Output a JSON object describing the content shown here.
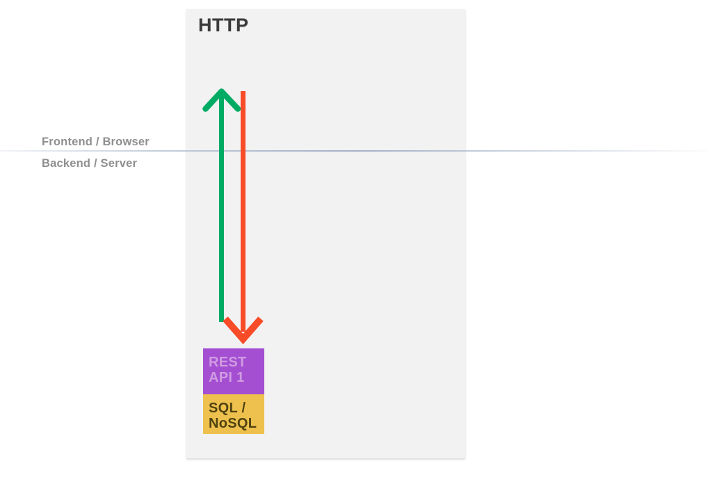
{
  "diagram": {
    "panel": {
      "title": "HTTP",
      "bg": "#f2f2f2",
      "title_color": "#3b3b3b"
    },
    "lanes": {
      "top_label": "Frontend / Browser",
      "bottom_label": "Backend / Server",
      "label_color": "#8f8f8f",
      "divider_color": "#b7c2d3"
    },
    "arrows": [
      {
        "name": "request-up-arrow",
        "direction": "up",
        "color": "#00ab63"
      },
      {
        "name": "response-down-arrow",
        "direction": "down",
        "color": "#f84b28"
      }
    ],
    "boxes": [
      {
        "name": "rest-api",
        "label": "REST API 1",
        "line1": "REST",
        "line2": "API 1",
        "bg": "#a44fd2",
        "text_color": "#d09ce2"
      },
      {
        "name": "database",
        "label": "SQL / NoSQL",
        "line1": "SQL /",
        "line2": "NoSQL",
        "bg": "#eec14e",
        "text_color": "#514310"
      }
    ]
  }
}
